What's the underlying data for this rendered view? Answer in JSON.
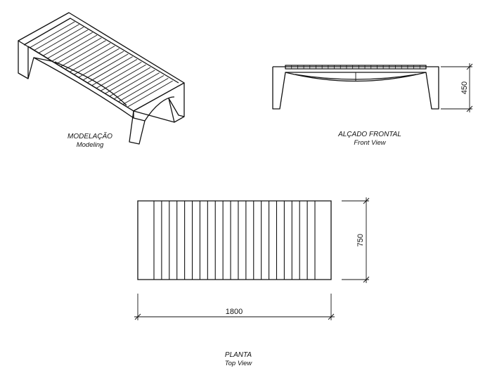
{
  "views": {
    "modeling": {
      "title": "MODELAÇÃO",
      "subtitle": "Modeling"
    },
    "front": {
      "title": "ALÇADO FRONTAL",
      "subtitle": "Front View",
      "height_dim": "450"
    },
    "top": {
      "title": "PLANTA",
      "subtitle": "Top View",
      "width_dim": "1800",
      "depth_dim": "750",
      "slats": 23
    }
  },
  "colors": {
    "line": "#111111",
    "background": "#ffffff"
  }
}
